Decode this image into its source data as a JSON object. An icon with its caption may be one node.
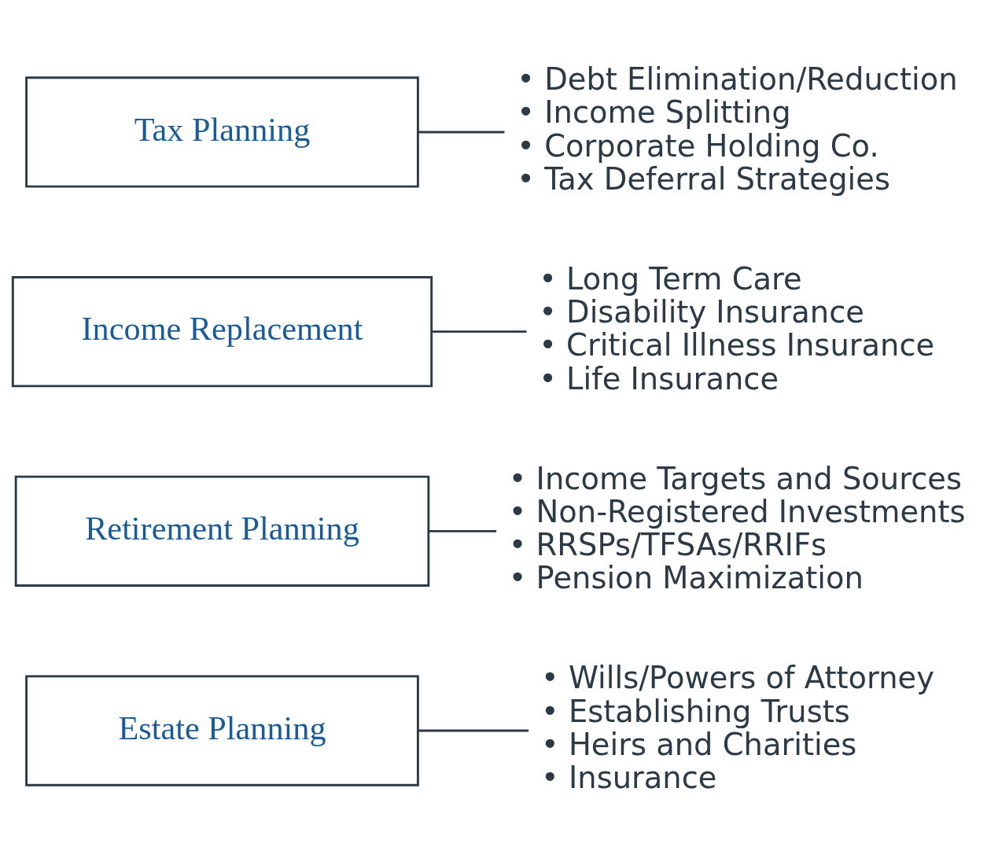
{
  "diagram": {
    "nodes": [
      {
        "text": [
          "Estate Planning"
        ]
      },
      {
        "text": [
          "• Wills/Powers of Attorney",
          "• Establishing Trusts",
          "• Heirs and Charities",
          "• Insurance"
        ]
      },
      {
        "text": [
          "Retirement Planning"
        ]
      },
      {
        "text": [
          "• Income Targets and Sources",
          "• Non-Registered Investments",
          "• RRSPs/TFSAs/RRIFs",
          "• Pension Maximization"
        ]
      },
      {
        "text": [
          "Income Replacement"
        ]
      },
      {
        "text": [
          "• Long Term Care",
          "• Disability Insurance",
          "• Critical Illness Insurance",
          "• Life Insurance"
        ]
      },
      {
        "text": [
          "Tax Planning"
        ]
      },
      {
        "text": [
          "• Debt Elimination/Reduction",
          "• Income Splitting",
          "• Corporate Holding Co.",
          "• Tax Deferral Strategies"
        ]
      }
    ],
    "edges": [
      {
        "from": 0,
        "to": 1,
        "arrow": "none"
      },
      {
        "from": 2,
        "to": 3,
        "arrow": "none"
      },
      {
        "from": 4,
        "to": 5,
        "arrow": "none"
      },
      {
        "from": 6,
        "to": 7,
        "arrow": "none"
      }
    ]
  }
}
